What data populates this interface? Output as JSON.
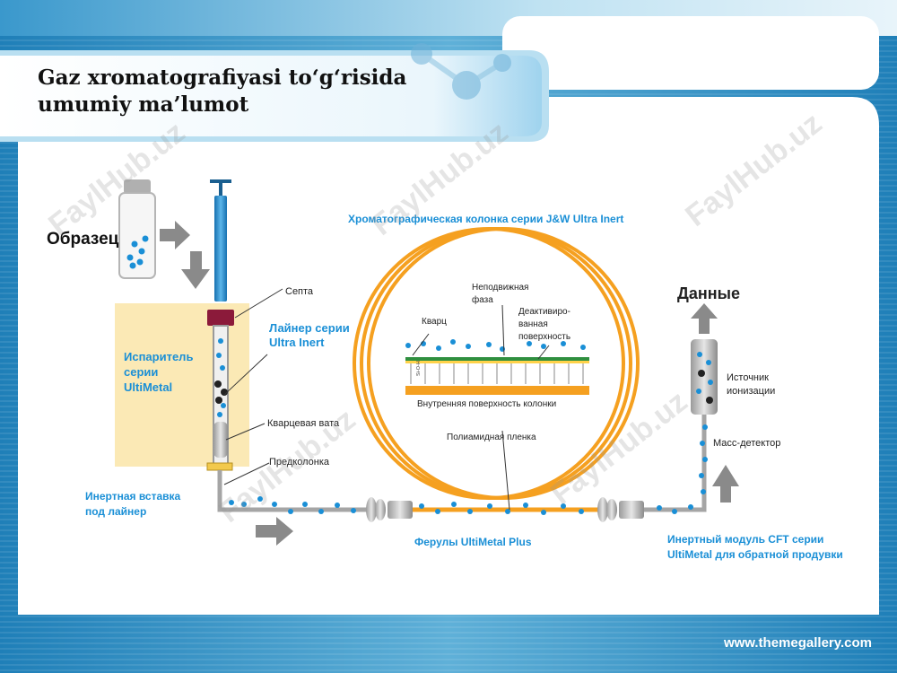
{
  "slide": {
    "title_line1": "Gaz xromatografiyasi to‘g‘risida",
    "title_line2": "umumiy ma’lumot",
    "footer_url": "www.themegallery.com",
    "watermark": "FaylHub.uz"
  },
  "diagram": {
    "sample": "Образец",
    "column_title": "Хроматографическая колонка серии J&W Ultra Inert",
    "data": "Данные",
    "septa": "Септа",
    "liner_line1": "Лайнер серии",
    "liner_line2": "Ultra Inert",
    "evaporator_line1": "Испаритель",
    "evaporator_line2": "серии",
    "evaporator_line3": "UltiMetal",
    "quartz_wool": "Кварцевая вата",
    "precolumn": "Предколонка",
    "insert_line1": "Инертная вставка",
    "insert_line2": "под лайнер",
    "ferrules": "Ферулы UltiMetal Plus",
    "cft_line1": "Инертный модуль CFT серии",
    "cft_line2": "UltiMetal для обратной продувки",
    "stationary_line1": "Неподвижная",
    "stationary_line2": "фаза",
    "quartz": "Кварц",
    "deact_line1": "Деактивиро-",
    "deact_line2": "ванная",
    "deact_line3": "поверхность",
    "inner_surface": "Внутренняя поверхность колонки",
    "polyimide": "Полиамидная пленка",
    "ion_source_line1": "Источник",
    "ion_source_line2": "ионизации",
    "mass_detector": "Масс-детектор",
    "sioh": "Si-O-H"
  },
  "colors": {
    "accent_blue": "#1a8fd6",
    "column_orange": "#f5a020",
    "evaporator_fill": "#fbe9b5",
    "septa_red": "#8b1a3a",
    "arrow_gray": "#8a8a8a"
  }
}
